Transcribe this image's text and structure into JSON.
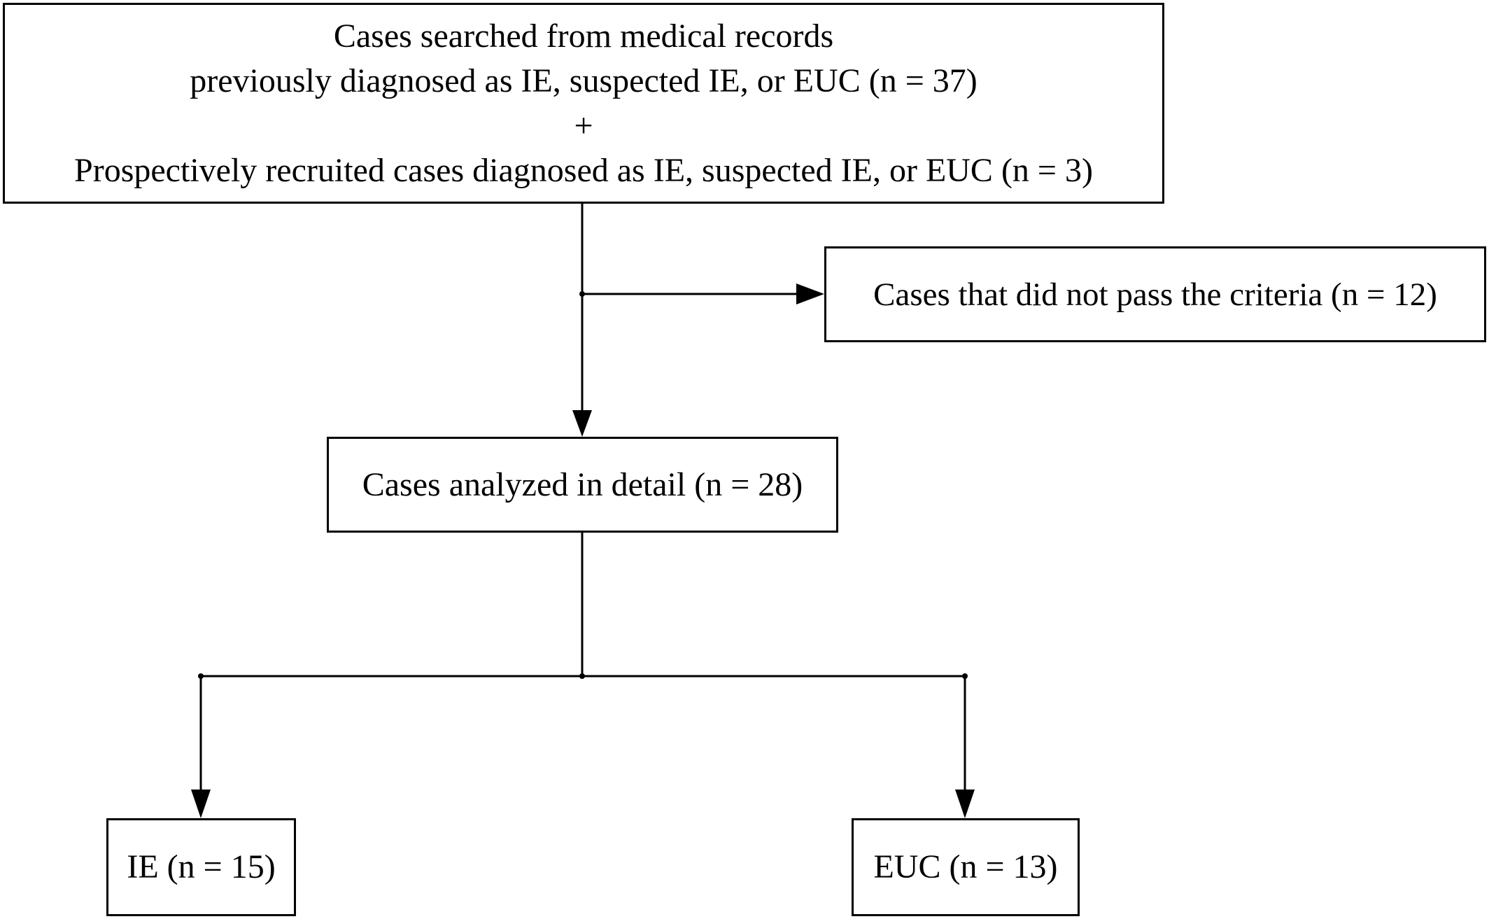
{
  "flowchart": {
    "source_box": {
      "line1": "Cases searched from medical records",
      "line2": "previously diagnosed as IE, suspected IE, or EUC (n = 37)",
      "line3": "+",
      "line4": "Prospectively recruited cases diagnosed as IE, suspected IE, or EUC (n = 3)"
    },
    "excluded_box": {
      "label": "Cases that did not pass the criteria (n = 12)"
    },
    "analyzed_box": {
      "label": "Cases analyzed in detail (n = 28)"
    },
    "ie_box": {
      "label": "IE (n = 15)"
    },
    "euc_box": {
      "label": "EUC (n = 13)"
    }
  }
}
